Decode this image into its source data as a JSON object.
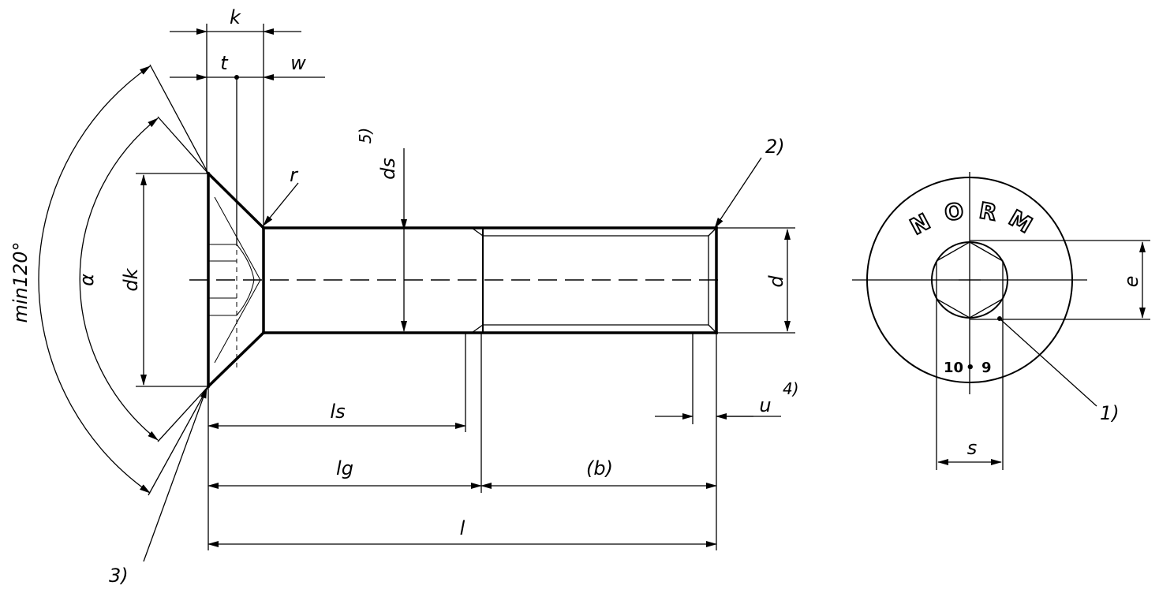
{
  "dimensions": {
    "k": "k",
    "t": "t",
    "w": "w",
    "r": "r",
    "alpha": "α",
    "min_angle": "min120°",
    "dk": "dk",
    "ds": "ds",
    "d": "d",
    "ls": "ls",
    "lg": "lg",
    "b": "(b)",
    "l": "l",
    "u": "u",
    "e": "e",
    "s": "s"
  },
  "notes": {
    "n1": "1)",
    "n2": "2)",
    "n3": "3)",
    "n4": "4)",
    "n5": "5)"
  },
  "head_marking": {
    "brand": "NORM",
    "grade_left": "10",
    "grade_dot": "•",
    "grade_right": "9"
  }
}
